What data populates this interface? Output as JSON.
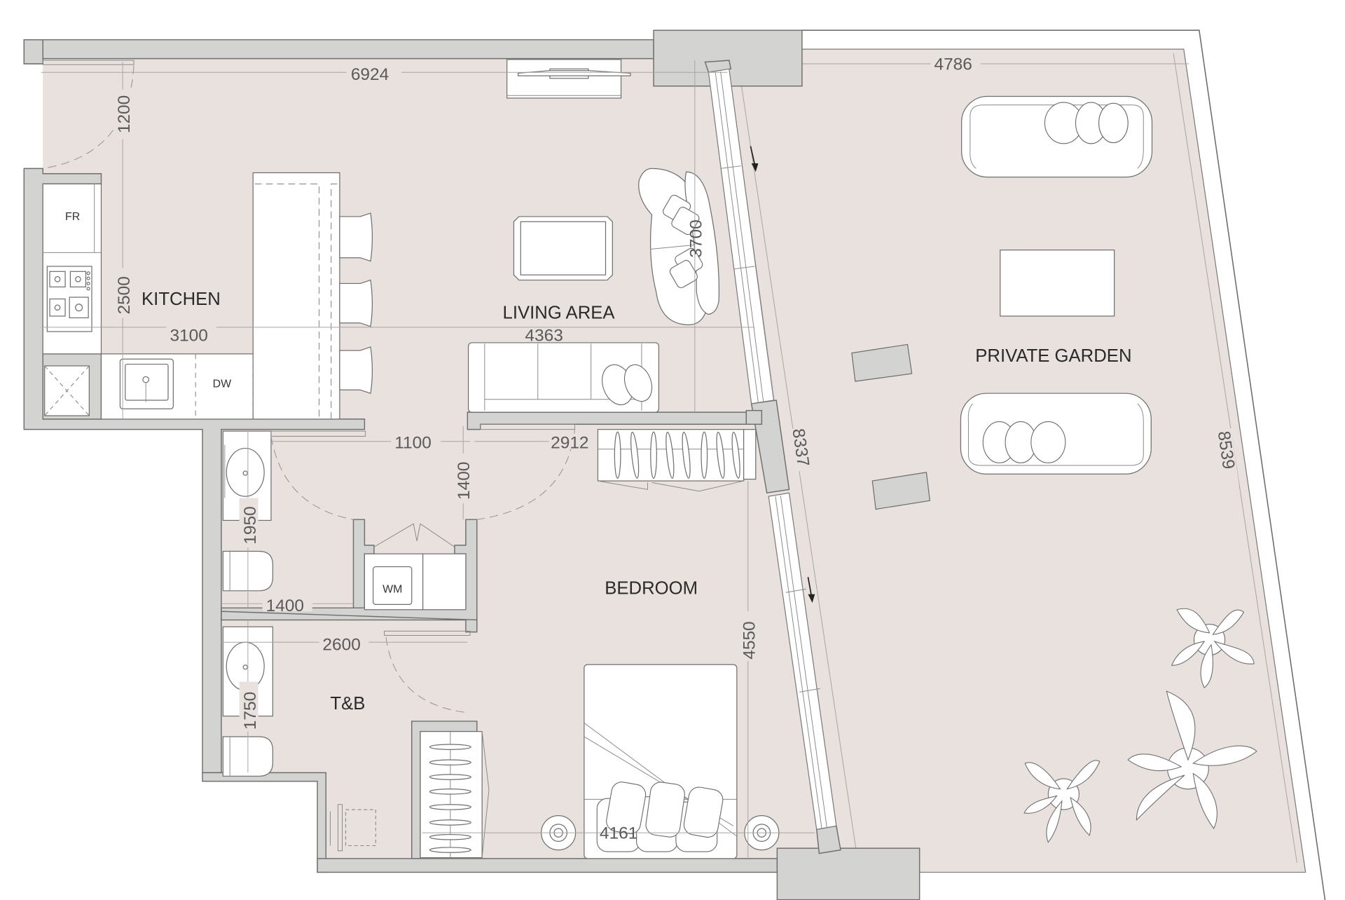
{
  "plan": {
    "rooms": [
      {
        "id": "kitchen",
        "label": "KITCHEN"
      },
      {
        "id": "living",
        "label": "LIVING AREA"
      },
      {
        "id": "bedroom",
        "label": "BEDROOM"
      },
      {
        "id": "tb",
        "label": "T&B"
      },
      {
        "id": "garden",
        "label": "PRIVATE GARDEN"
      }
    ],
    "appliances": {
      "fridge": "FR",
      "dishwasher": "DW",
      "washing_machine": "WM"
    },
    "dimensions": {
      "top_width": "6924",
      "garden_width": "4786",
      "entry_depth": "1200",
      "kitchen_depth": "2500",
      "kitchen_width": "3100",
      "living_width": "4363",
      "living_depth": "3700",
      "hall_width": "1100",
      "wardrobe_width": "2912",
      "hall_depth": "1400",
      "bath1_depth": "1950",
      "bath1_width": "1400",
      "bath2_width": "2600",
      "bath2_depth": "1750",
      "bedroom_depth": "4550",
      "bedroom_width": "4161",
      "window_length": "8337",
      "garden_depth": "8539"
    },
    "colors": {
      "floor": "#e8e1de",
      "wall": "#d3d3d2",
      "line": "#6f6f6f",
      "furniture": "#ffffff"
    }
  }
}
